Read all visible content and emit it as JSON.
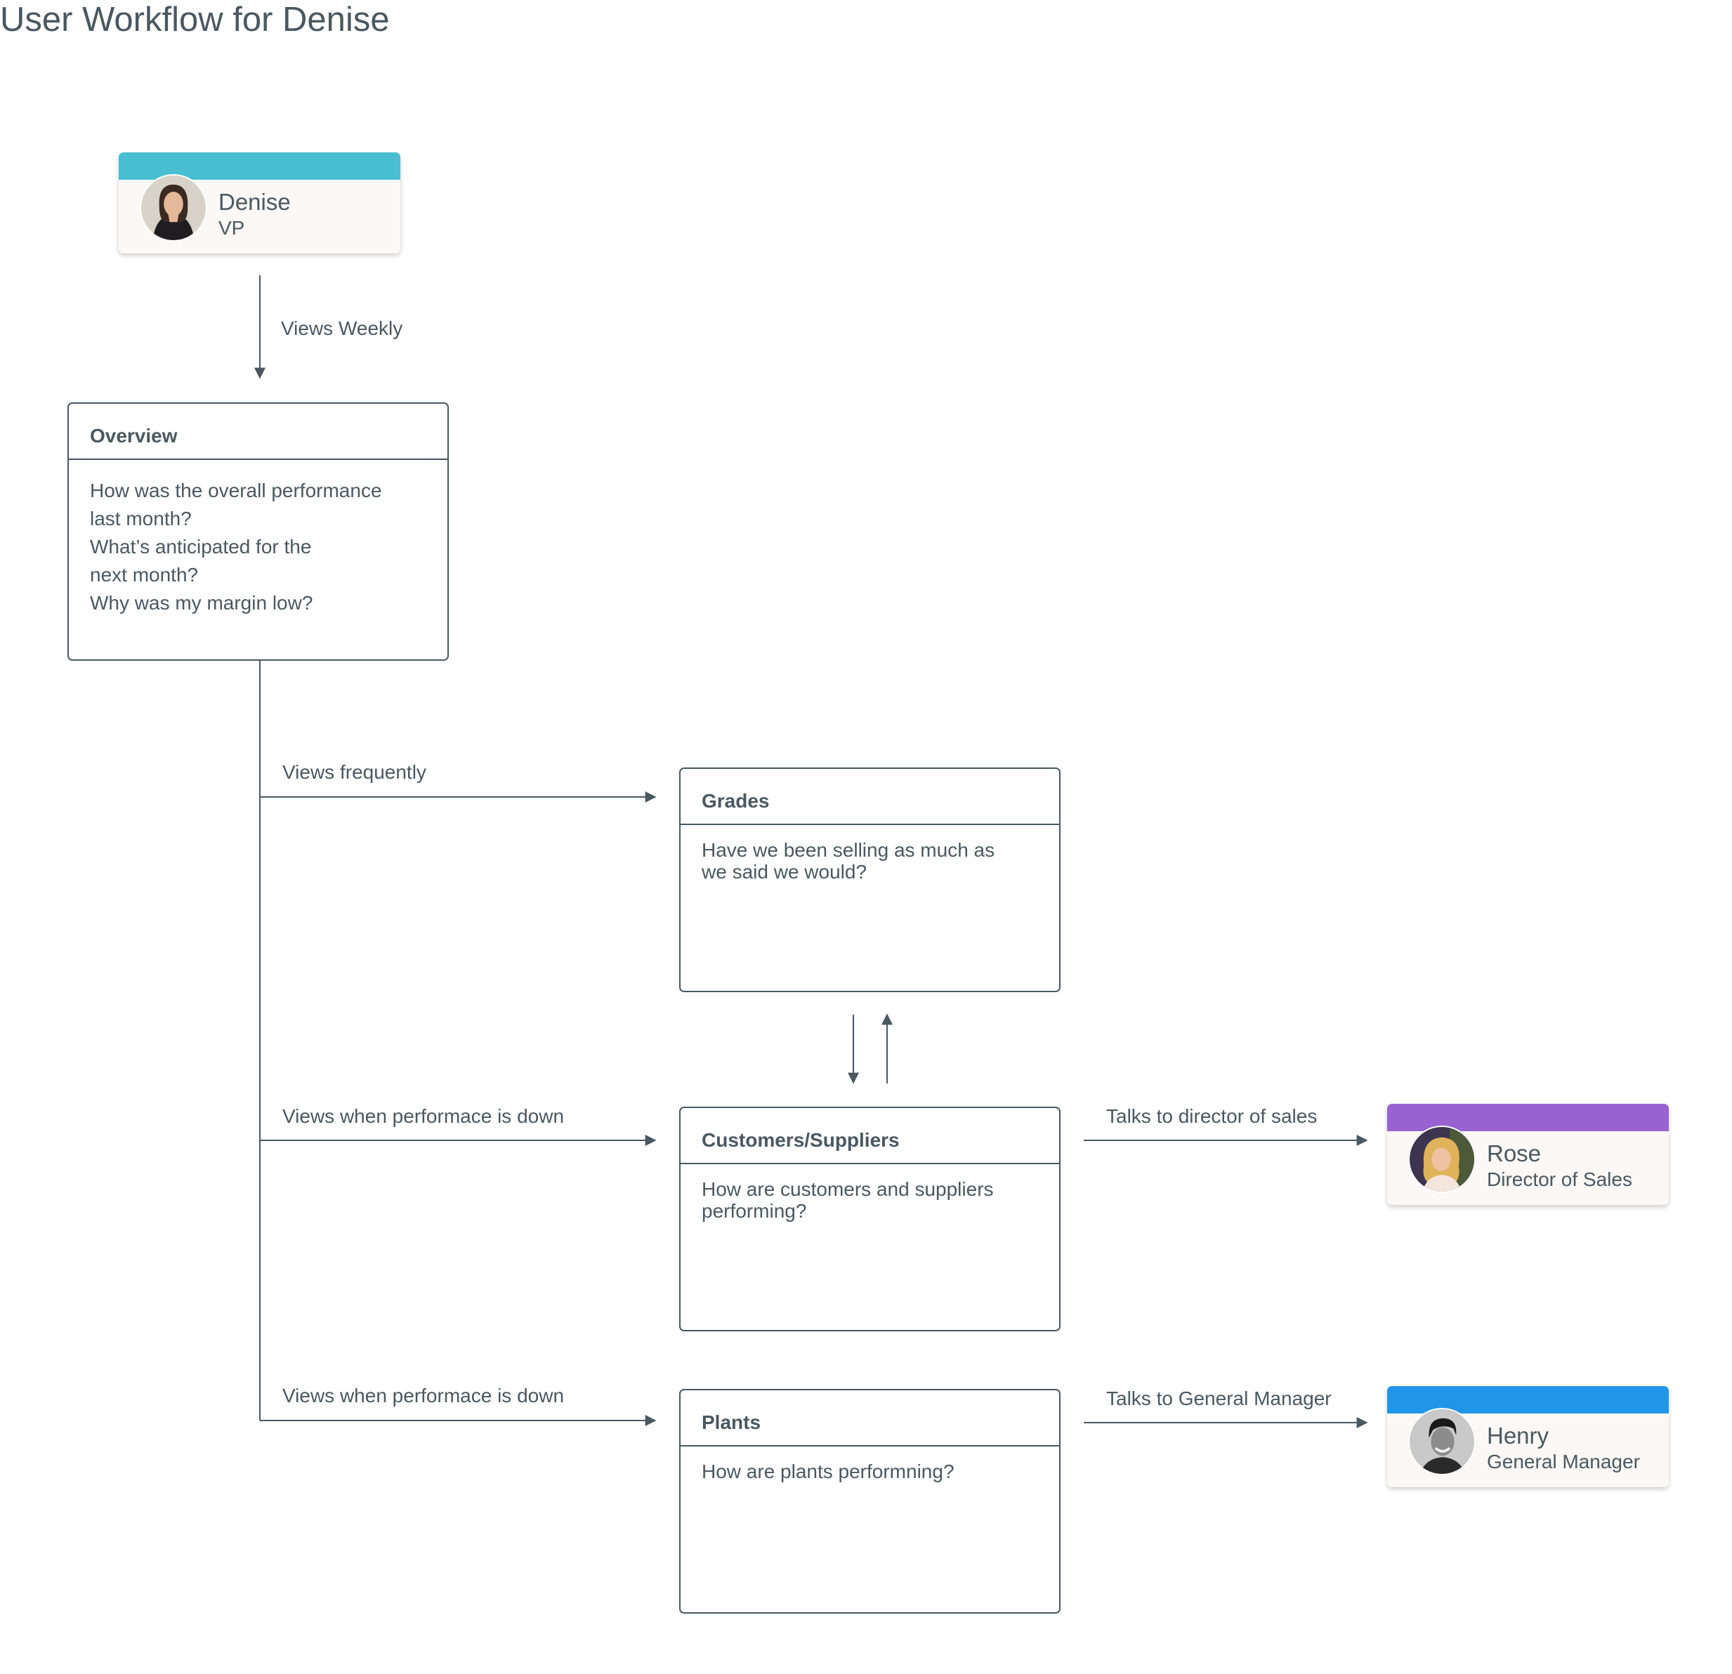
{
  "title": "User Workflow for Denise",
  "people": {
    "denise": {
      "name": "Denise",
      "role": "VP",
      "color": "#47bfd0"
    },
    "rose": {
      "name": "Rose",
      "role": "Director of Sales",
      "color": "#9863d1"
    },
    "henry": {
      "name": "Henry",
      "role": "General Manager",
      "color": "#2196e8"
    }
  },
  "boxes": {
    "overview": {
      "title": "Overview",
      "lines": [
        "How was the overall performance",
        "last month?",
        "What’s anticipated for the",
        "next month?",
        "Why was my margin low?"
      ]
    },
    "grades": {
      "title": "Grades",
      "lines": [
        "Have we been selling as much as",
        "we said we would?"
      ]
    },
    "customers": {
      "title": "Customers/Suppliers",
      "lines": [
        "How are customers and suppliers",
        "performing?"
      ]
    },
    "plants": {
      "title": "Plants",
      "lines": [
        "How are plants performning?"
      ]
    }
  },
  "edges": {
    "views_weekly": "Views Weekly",
    "views_frequently": "Views frequently",
    "views_down_customers": "Views when performace is down",
    "views_down_plants": "Views when performace is down",
    "talks_sales": "Talks to director of sales",
    "talks_gm": "Talks to General Manager"
  }
}
